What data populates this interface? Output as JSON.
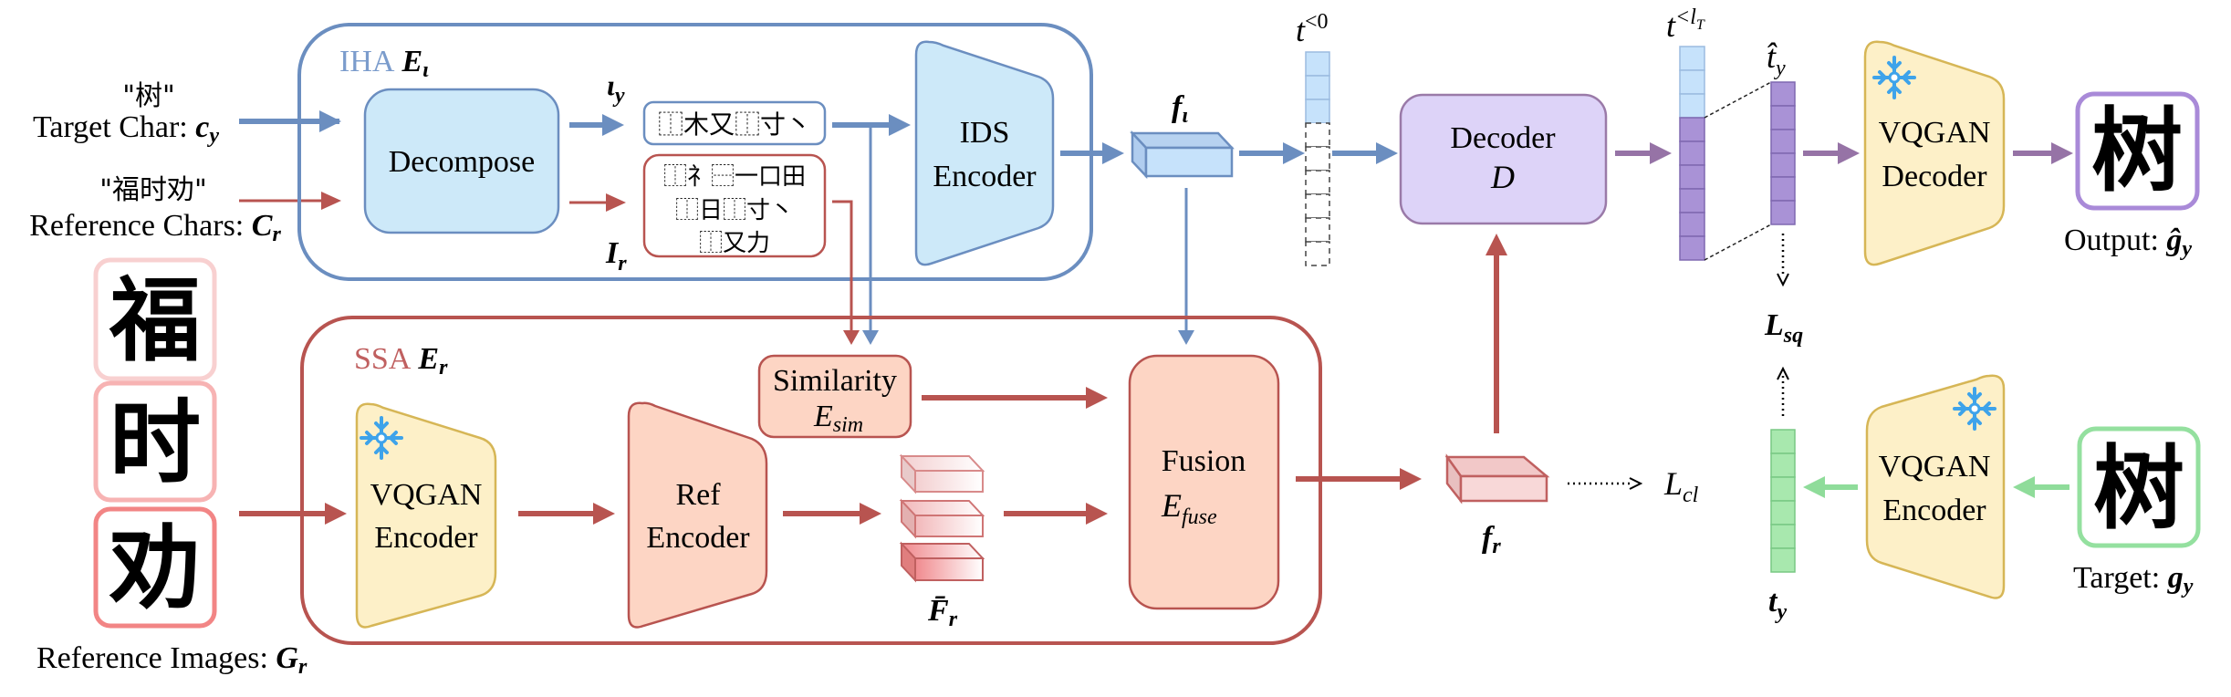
{
  "colors": {
    "blue": "#6b8ec0",
    "blue_fill": "#cde9f9",
    "red": "#b85450",
    "red_fill": "#fdd5c4",
    "purple": "#9673a6",
    "purple_fill": "#ddd3f8",
    "yellow_fill": "#fdf0c8",
    "yellow_border": "#d6b656",
    "green": "#8fdc9a",
    "green_fill": "#a8e8ae",
    "lightblue_cell": "#c6e2fb",
    "purple_cell": "#a992d6"
  },
  "inputs": {
    "target_char_quoted": "\"树\"",
    "target_char_label": "Target Char: ",
    "target_char_sym": "c",
    "target_char_sub": "y",
    "ref_chars_quoted": "\"福时劝\"",
    "ref_chars_label": "Reference Chars: ",
    "ref_chars_sym": "C",
    "ref_chars_sub": "r",
    "ref_images_label": "Reference Images: ",
    "ref_images_sym": "G",
    "ref_images_sub": "r",
    "ref_images": [
      "福",
      "时",
      "劝"
    ]
  },
  "iha": {
    "title": "IHA",
    "sym": "E",
    "sub": "ι",
    "decompose": "Decompose",
    "iy_sym": "ι",
    "iy_sub": "y",
    "iy_content": "⿰木又⿰寸丶",
    "ir_sym": "I",
    "ir_sub": "r",
    "ir_lines": [
      "⿰礻⿱一口田",
      "⿰日⿰寸丶",
      "⿰又力"
    ],
    "ids_encoder_line1": "IDS",
    "ids_encoder_line2": "Encoder"
  },
  "mid": {
    "f_iota_sym": "f",
    "f_iota_sub": "ι",
    "t0_sym": "t",
    "t0_sup": "<0",
    "decoder_line1": "Decoder",
    "decoder_sym": "D",
    "tlt_sym": "t",
    "tlt_sup": "<l",
    "tlt_supsub": "T",
    "that_sym": "t̂",
    "that_sub": "y"
  },
  "ssa": {
    "title": "SSA",
    "sym": "E",
    "sub": "r",
    "vqgan_enc_line1": "VQGAN",
    "vqgan_enc_line2": "Encoder",
    "ref_enc_line1": "Ref",
    "ref_enc_line2": "Encoder",
    "sim_line1": "Similarity",
    "sim_sym": "E",
    "sim_sub": "sim",
    "fr_bar_sym": "F̄",
    "fr_bar_sub": "r",
    "fusion_line1": "Fusion",
    "fusion_sym": "E",
    "fusion_sub": "fuse"
  },
  "outputs": {
    "fr_sym": "f",
    "fr_sub": "r",
    "lcl_sym": "L",
    "lcl_sub": "cl",
    "lsq_sym": "L",
    "lsq_sub": "sq",
    "vqgan_dec_line1": "VQGAN",
    "vqgan_dec_line2": "Decoder",
    "vqgan_enc_line1": "VQGAN",
    "vqgan_enc_line2": "Encoder",
    "output_char": "树",
    "output_label": "Output: ",
    "output_sym": "ĝ",
    "output_sub": "y",
    "target_char": "树",
    "target_label": "Target: ",
    "target_sym": "g",
    "target_sub": "y",
    "ty_sym": "t",
    "ty_sub": "y"
  }
}
